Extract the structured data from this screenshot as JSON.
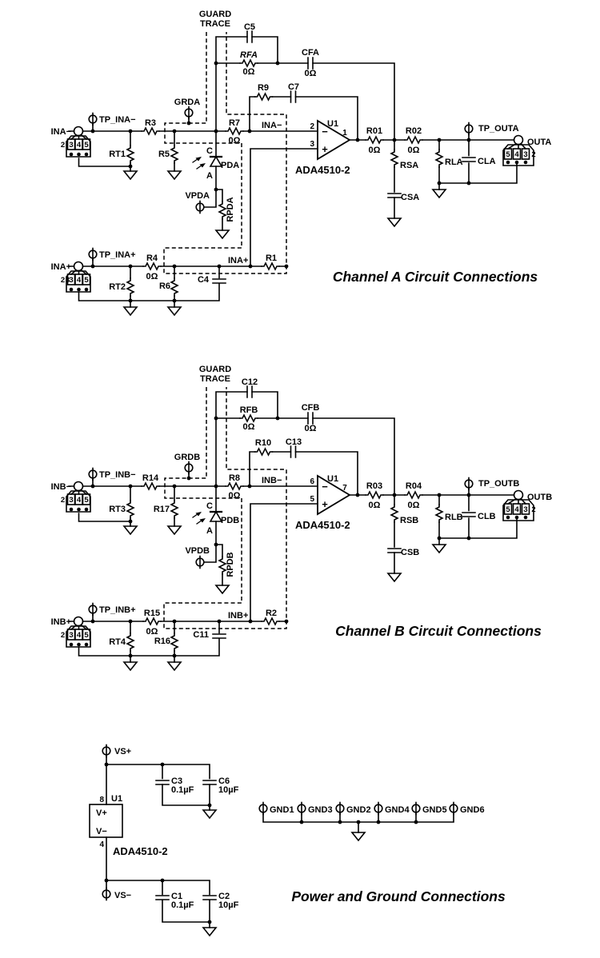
{
  "titles": {
    "channel_a": "Channel A Circuit Connections",
    "channel_b": "Channel B Circuit Connections",
    "power": "Power and Ground Connections"
  },
  "guard": {
    "line1": "GUARD",
    "line2": "TRACE"
  },
  "connector": {
    "in_pins": [
      "2",
      "3",
      "4",
      "5"
    ],
    "out_pins": [
      "5",
      "4",
      "3",
      "2"
    ]
  },
  "opamp": {
    "ref": "U1",
    "part": "ADA4510-2",
    "minus": "−",
    "plus": "+"
  },
  "channel_a": {
    "c_f2": "C5",
    "rf": "RFA",
    "rf_value": "0Ω",
    "cf": "CFA",
    "cf_value": "0Ω",
    "r_fb2": "R9",
    "c_fb2": "C7",
    "grd": "GRDA",
    "tp_in_neg": "TP_INA−",
    "in_neg": "INA−",
    "r_in_neg": "R3",
    "r_series": "R7",
    "r_series_value": "0Ω",
    "net_in_neg": "INA−",
    "rt_neg": "RT1",
    "r_shunt": "R5",
    "pd": "PDA",
    "pd_c": "C",
    "pd_a": "A",
    "vpd": "VPDA",
    "rpd": "RPDA",
    "pin_inv": "2",
    "pin_noninv": "3",
    "pin_out": "1",
    "r_o1": "R01",
    "r_o1_value": "0Ω",
    "r_o2": "R02",
    "r_o2_value": "0Ω",
    "rs": "RSA",
    "cs": "CSA",
    "tp_out": "TP_OUTA",
    "out": "OUTA",
    "rl": "RLA",
    "cl": "CLA",
    "tp_in_pos": "TP_INA+",
    "in_pos": "INA+",
    "r_in_pos": "R4",
    "r_in_pos_value": "0Ω",
    "net_in_pos": "INA+",
    "r_guard": "R1",
    "rt_pos": "RT2",
    "r_shunt_pos": "R6",
    "c_in": "C4"
  },
  "channel_b": {
    "c_f2": "C12",
    "rf": "RFB",
    "rf_value": "0Ω",
    "cf": "CFB",
    "cf_value": "0Ω",
    "r_fb2": "R10",
    "c_fb2": "C13",
    "grd": "GRDB",
    "tp_in_neg": "TP_INB−",
    "in_neg": "INB−",
    "r_in_neg": "R14",
    "r_series": "R8",
    "r_series_value": "0Ω",
    "net_in_neg": "INB−",
    "rt_neg": "RT3",
    "r_shunt": "R17",
    "pd": "PDB",
    "pd_c": "C",
    "pd_a": "A",
    "vpd": "VPDB",
    "rpd": "RPDB",
    "pin_inv": "6",
    "pin_noninv": "5",
    "pin_out": "7",
    "r_o1": "R03",
    "r_o1_value": "0Ω",
    "r_o2": "R04",
    "r_o2_value": "0Ω",
    "rs": "RSB",
    "cs": "CSB",
    "tp_out": "TP_OUTB",
    "out": "OUTB",
    "rl": "RLB",
    "cl": "CLB",
    "tp_in_pos": "TP_INB+",
    "in_pos": "INB+",
    "r_in_pos": "R15",
    "r_in_pos_value": "0Ω",
    "net_in_pos": "INB+",
    "r_guard": "R2",
    "rt_pos": "RT4",
    "r_shunt_pos": "R16",
    "c_in": "C11"
  },
  "power": {
    "vs_pos": "VS+",
    "vs_neg": "VS−",
    "u1": "U1",
    "pin8": "8",
    "pin4": "4",
    "v_pos": "V+",
    "v_neg": "V−",
    "part": "ADA4510-2",
    "c3": "C3",
    "c3_value": "0.1µF",
    "c6": "C6",
    "c6_value": "10µF",
    "c1": "C1",
    "c1_value": "0.1µF",
    "c2": "C2",
    "c2_value": "10µF",
    "gnd_labels": [
      "GND1",
      "GND3",
      "GND2",
      "GND4",
      "GND5",
      "GND6"
    ]
  }
}
